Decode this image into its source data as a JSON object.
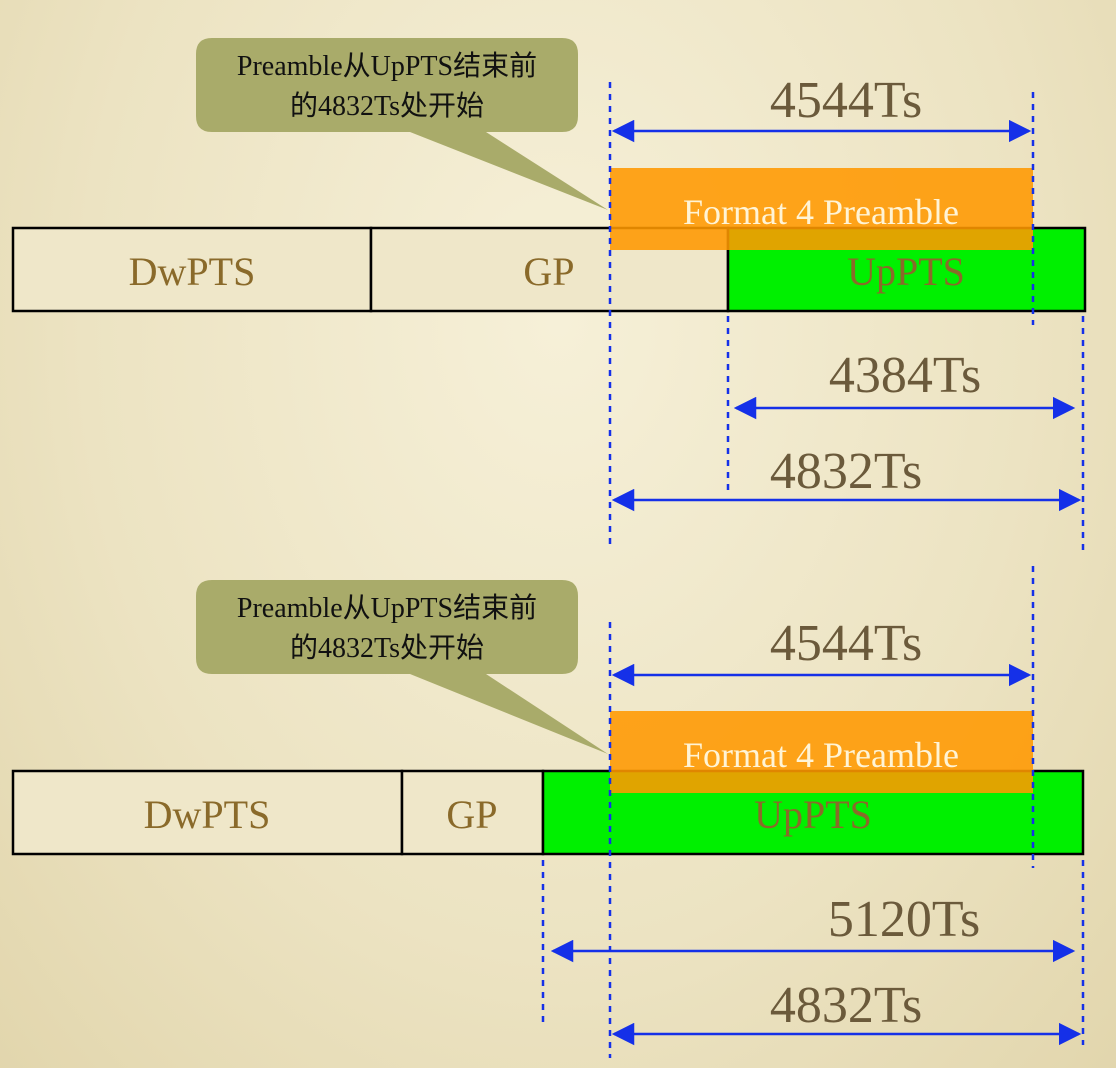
{
  "colors": {
    "background": "#efe7c9",
    "segment_fill": "#efe7c9",
    "uppts_fill": "#00f000",
    "preamble_fill": "#ff9800",
    "callout_fill": "#a9ab6a",
    "dim_line": "#1530e8",
    "segment_text": "#8a6a2a",
    "dim_text": "#6b5a3b"
  },
  "top": {
    "callout": {
      "line1": "Preamble从UpPTS结束前",
      "line2": "的4832Ts处开始"
    },
    "segments": {
      "dwpts": "DwPTS",
      "gp": "GP",
      "uppts": "UpPTS"
    },
    "preamble": "Format 4 Preamble",
    "dims": {
      "preamble": "4544Ts",
      "uppts": "4384Ts",
      "offset": "4832Ts"
    }
  },
  "bottom": {
    "callout": {
      "line1": "Preamble从UpPTS结束前",
      "line2": "的4832Ts处开始"
    },
    "segments": {
      "dwpts": "DwPTS",
      "gp": "GP",
      "uppts": "UpPTS"
    },
    "preamble": "Format 4 Preamble",
    "dims": {
      "preamble": "4544Ts",
      "uppts": "5120Ts",
      "offset": "4832Ts"
    }
  }
}
